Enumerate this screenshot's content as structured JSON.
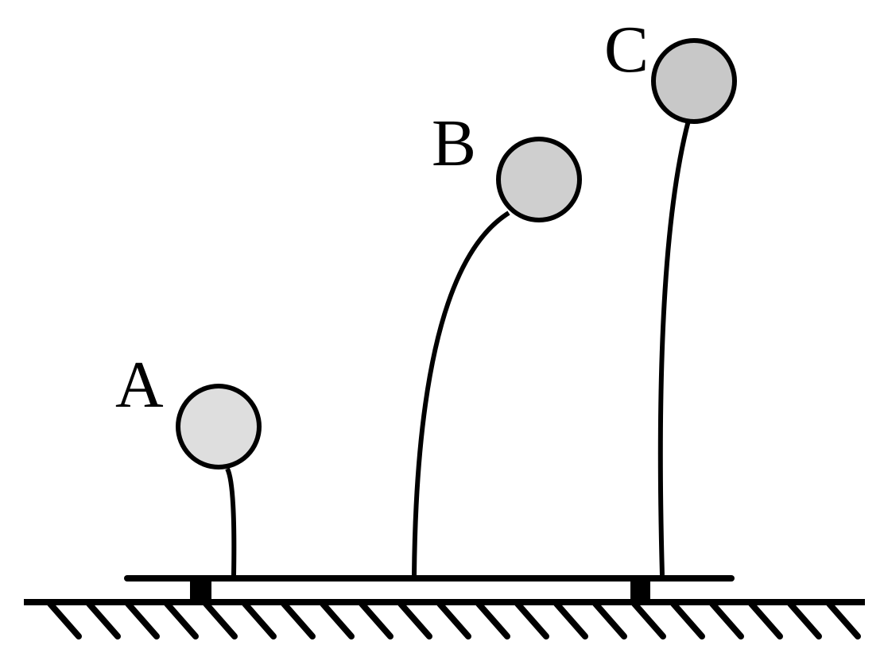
{
  "labels": {
    "a": "A",
    "b": "B",
    "c": "C"
  },
  "colors": {
    "stroke": "#000000",
    "ball_a": "#dedede",
    "ball_b": "#cfcfcf",
    "ball_c": "#c8c8c8"
  }
}
